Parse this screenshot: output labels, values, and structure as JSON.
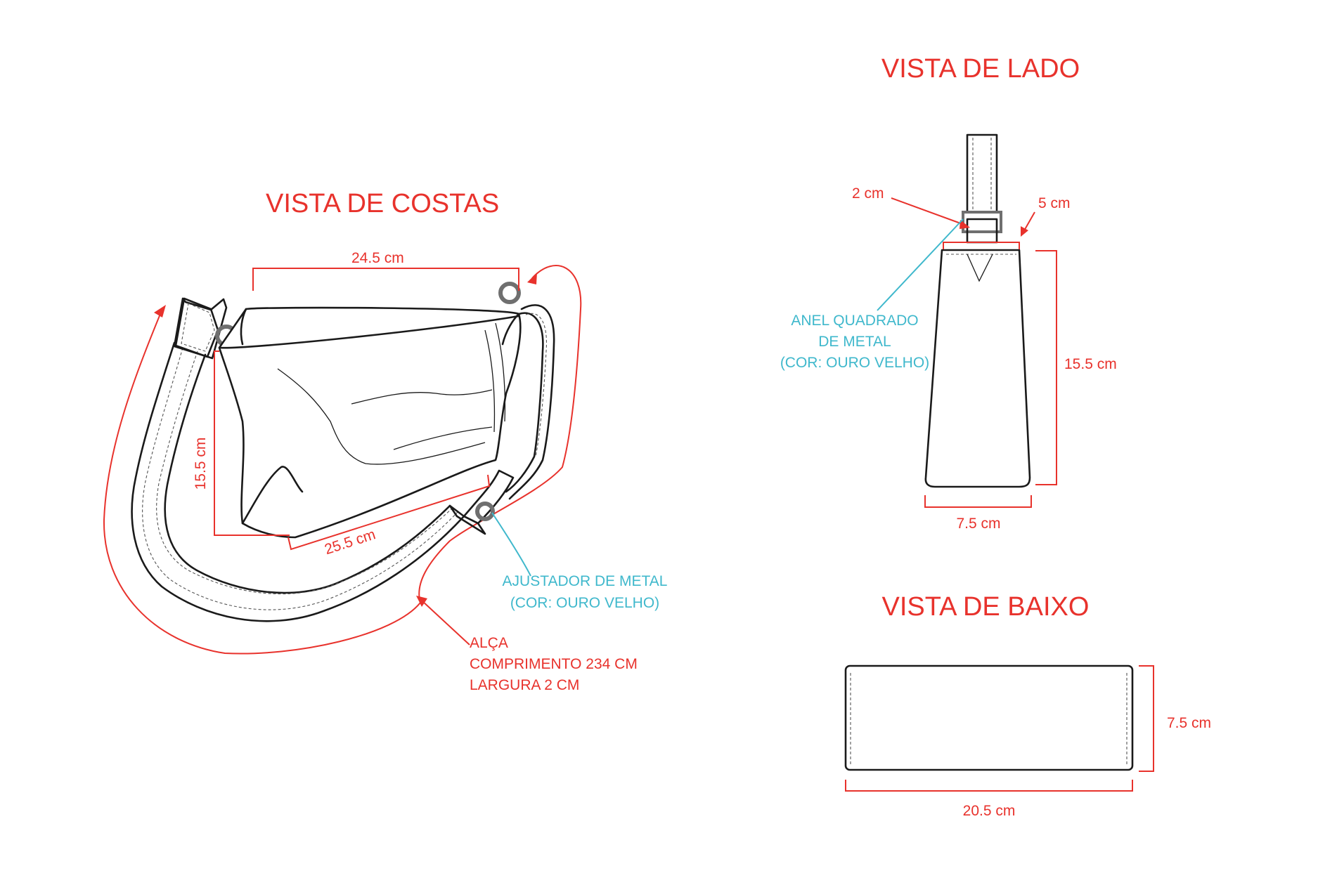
{
  "views": {
    "back": {
      "title": "VISTA DE COSTAS"
    },
    "side": {
      "title": "VISTA DE LADO"
    },
    "bottom": {
      "title": "VISTA DE BAIXO"
    }
  },
  "dimensions": {
    "back_top_width": "24.5 cm",
    "back_height": "15.5 cm",
    "back_base_width": "25.5 cm",
    "side_ring_width": "2 cm",
    "side_top_width": "5 cm",
    "side_height": "15.5 cm",
    "side_base_width": "7.5 cm",
    "bottom_depth": "7.5 cm",
    "bottom_width": "20.5 cm"
  },
  "annotations": {
    "adjuster": {
      "line1": "AJUSTADOR DE METAL",
      "line2": "(COR: OURO VELHO)"
    },
    "strap": {
      "line1": "ALÇA",
      "line2": "COMPRIMENTO 234 CM",
      "line3": "LARGURA 2 CM"
    },
    "ring": {
      "line1": "ANEL QUADRADO",
      "line2": "DE METAL",
      "line3": "(COR: OURO VELHO)"
    }
  },
  "colors": {
    "annotation_red": "#e8322c",
    "hardware_cyan": "#3fb8cc",
    "line_ink": "#1a1a1a"
  }
}
